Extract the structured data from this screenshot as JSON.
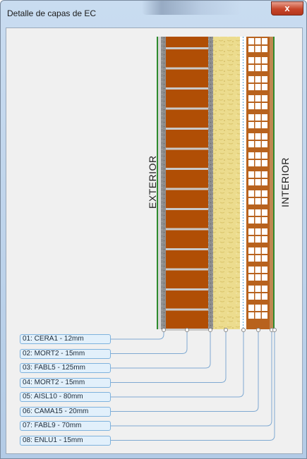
{
  "window": {
    "title": "Detalle de capas de EC",
    "close_glyph": "x"
  },
  "diagram": {
    "exterior_label": "EXTERIOR",
    "interior_label": "INTERIOR"
  },
  "layers": [
    {
      "label": "01: CERA1 - 12mm",
      "material": "ceramic-coating"
    },
    {
      "label": "02: MORT2 - 15mm",
      "material": "mortar"
    },
    {
      "label": "03: FABL5 - 125mm",
      "material": "brick"
    },
    {
      "label": "04: MORT2 - 15mm",
      "material": "mortar"
    },
    {
      "label": "05: AISL10 - 80mm",
      "material": "insulation"
    },
    {
      "label": "06: CAMA15 - 20mm",
      "material": "air-gap"
    },
    {
      "label": "07: FABL9 - 70mm",
      "material": "hollow-brick"
    },
    {
      "label": "08: ENLU1 - 15mm",
      "material": "plaster"
    }
  ],
  "colors": {
    "brick": "#b04e05",
    "mortar": "#8c8c8c",
    "insulation": "#e9d98a",
    "air_gap": "#ffffff",
    "hollow_brick": "#b8621d",
    "plaster": "#c08850",
    "label_fill": "#e2f0fb",
    "label_border": "#7eb2dd",
    "leader_line": "#7fa9d2"
  }
}
